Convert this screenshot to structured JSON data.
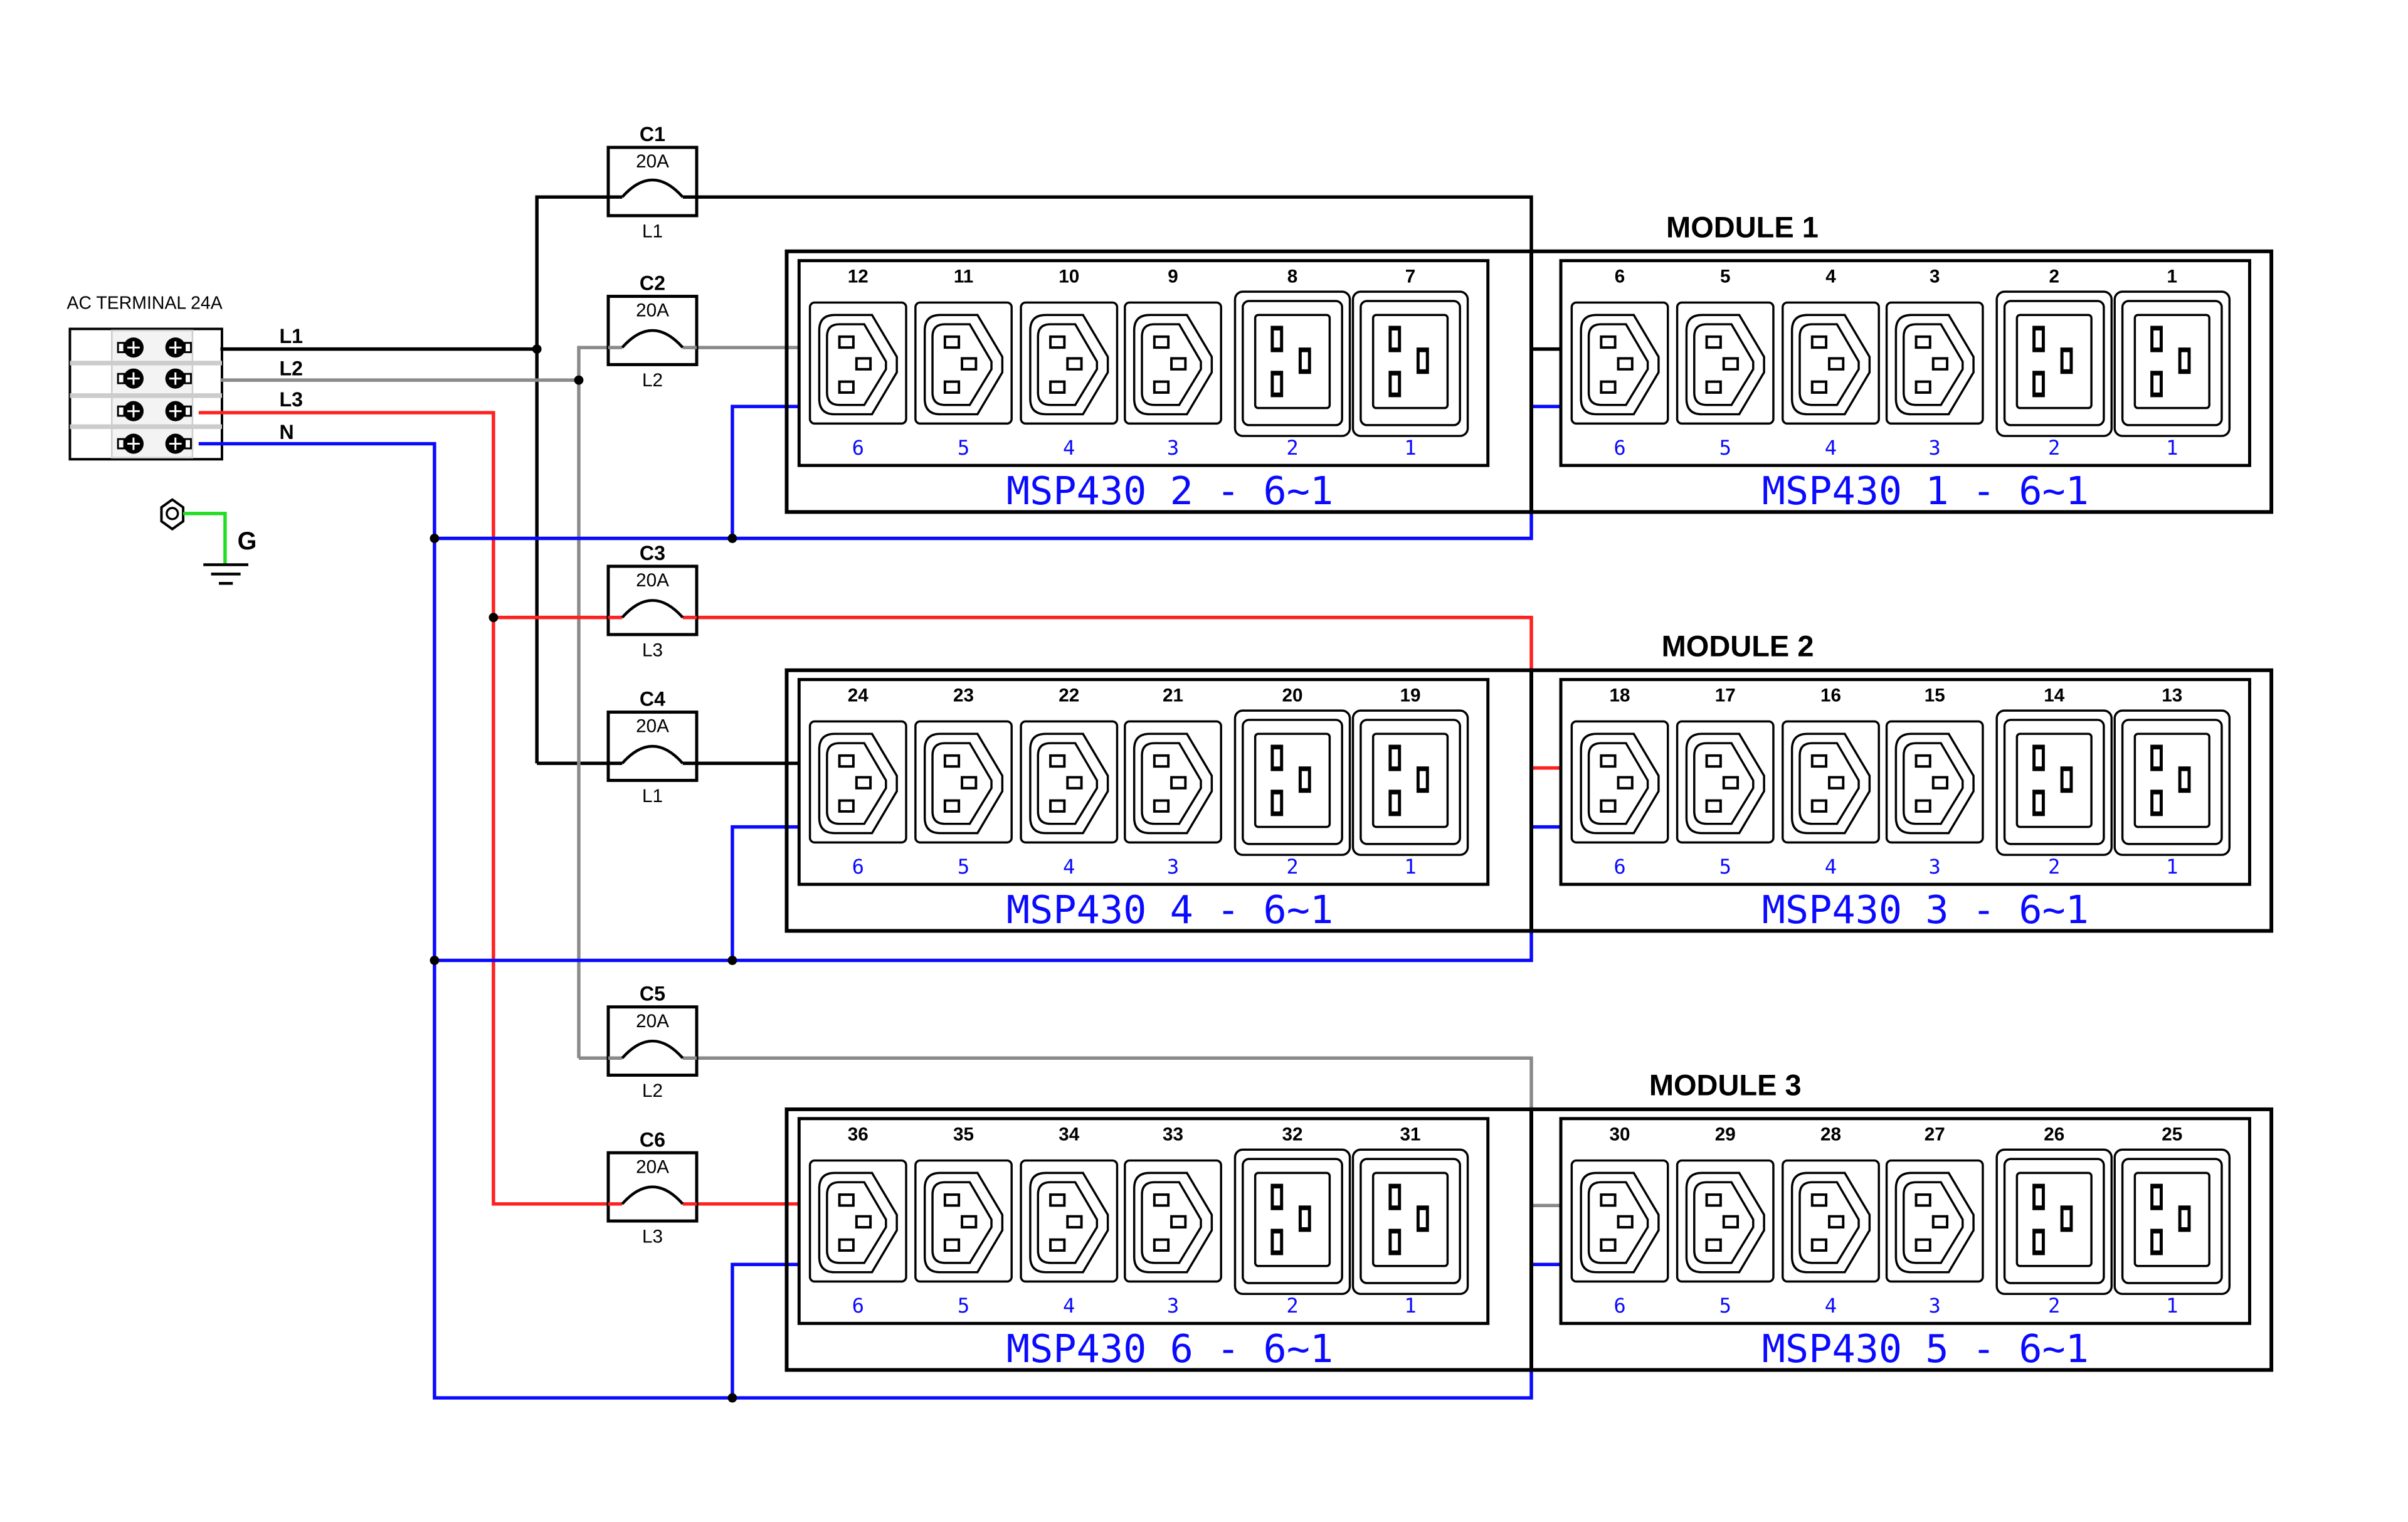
{
  "terminal": {
    "title": "AC TERMINAL 24A",
    "lines": [
      {
        "label": "L1",
        "color": "#000000"
      },
      {
        "label": "L2",
        "color": "#8a8a8a"
      },
      {
        "label": "L3",
        "color": "#ff2020"
      },
      {
        "label": "N",
        "color": "#0a0aff"
      }
    ],
    "ground_label": "G",
    "ground_color": "#22dd22"
  },
  "breakers": [
    {
      "id": "C1",
      "rating": "20A",
      "phase": "L1"
    },
    {
      "id": "C2",
      "rating": "20A",
      "phase": "L2"
    },
    {
      "id": "C3",
      "rating": "20A",
      "phase": "L3"
    },
    {
      "id": "C4",
      "rating": "20A",
      "phase": "L1"
    },
    {
      "id": "C5",
      "rating": "20A",
      "phase": "L2"
    },
    {
      "id": "C6",
      "rating": "20A",
      "phase": "L3"
    }
  ],
  "modules": [
    {
      "title": "MODULE 1",
      "units": [
        {
          "label": "MSP430 2 - 6~1",
          "top_numbers": [
            "12",
            "11",
            "10",
            "9",
            "8",
            "7"
          ],
          "bottom_numbers": [
            "6",
            "5",
            "4",
            "3",
            "2",
            "1"
          ],
          "breaker": "C2"
        },
        {
          "label": "MSP430 1 - 6~1",
          "top_numbers": [
            "6",
            "5",
            "4",
            "3",
            "2",
            "1"
          ],
          "bottom_numbers": [
            "6",
            "5",
            "4",
            "3",
            "2",
            "1"
          ],
          "breaker": "C1"
        }
      ]
    },
    {
      "title": "MODULE 2",
      "units": [
        {
          "label": "MSP430 4 - 6~1",
          "top_numbers": [
            "24",
            "23",
            "22",
            "21",
            "20",
            "19"
          ],
          "bottom_numbers": [
            "6",
            "5",
            "4",
            "3",
            "2",
            "1"
          ],
          "breaker": "C4"
        },
        {
          "label": "MSP430 3 - 6~1",
          "top_numbers": [
            "18",
            "17",
            "16",
            "15",
            "14",
            "13"
          ],
          "bottom_numbers": [
            "6",
            "5",
            "4",
            "3",
            "2",
            "1"
          ],
          "breaker": "C3"
        }
      ]
    },
    {
      "title": "MODULE 3",
      "units": [
        {
          "label": "MSP430 6 - 6~1",
          "top_numbers": [
            "36",
            "35",
            "34",
            "33",
            "32",
            "31"
          ],
          "bottom_numbers": [
            "6",
            "5",
            "4",
            "3",
            "2",
            "1"
          ],
          "breaker": "C6"
        },
        {
          "label": "MSP430 5 - 6~1",
          "top_numbers": [
            "30",
            "29",
            "28",
            "27",
            "26",
            "25"
          ],
          "bottom_numbers": [
            "6",
            "5",
            "4",
            "3",
            "2",
            "1"
          ],
          "breaker": "C5"
        }
      ]
    }
  ],
  "outlet_types": [
    "C13",
    "C13",
    "C13",
    "C13",
    "C19",
    "C19"
  ],
  "colors": {
    "label_blue": "#0a0aff",
    "wire_black": "#000000",
    "wire_gray": "#8a8a8a",
    "wire_red": "#ff2020",
    "wire_blue": "#0a0aff"
  }
}
